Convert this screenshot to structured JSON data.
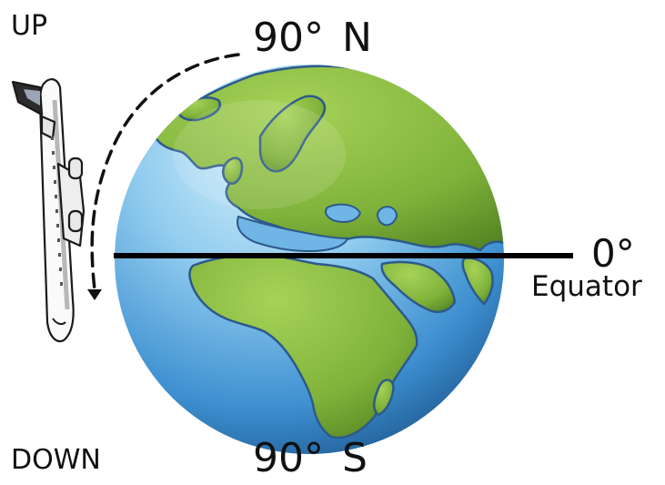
{
  "labels": {
    "up": "UP",
    "down": "DOWN",
    "north_degrees": "90°",
    "north_letter": "N",
    "south_degrees": "90°",
    "south_letter": "S",
    "equator_degrees": "0°",
    "equator_name": "Equator"
  },
  "icons": {
    "airplane": "airplane-icon",
    "earth": "earth-globe-icon",
    "arrow": "dashed-curved-arrow-icon"
  },
  "colors": {
    "ocean_light": "#bfe6f6",
    "ocean_mid": "#3d8fd0",
    "ocean_dark": "#0f3f72",
    "land": "#7fb23a",
    "land_edge": "#2d5a8a",
    "equator_line": "#000000",
    "text": "#111111"
  }
}
